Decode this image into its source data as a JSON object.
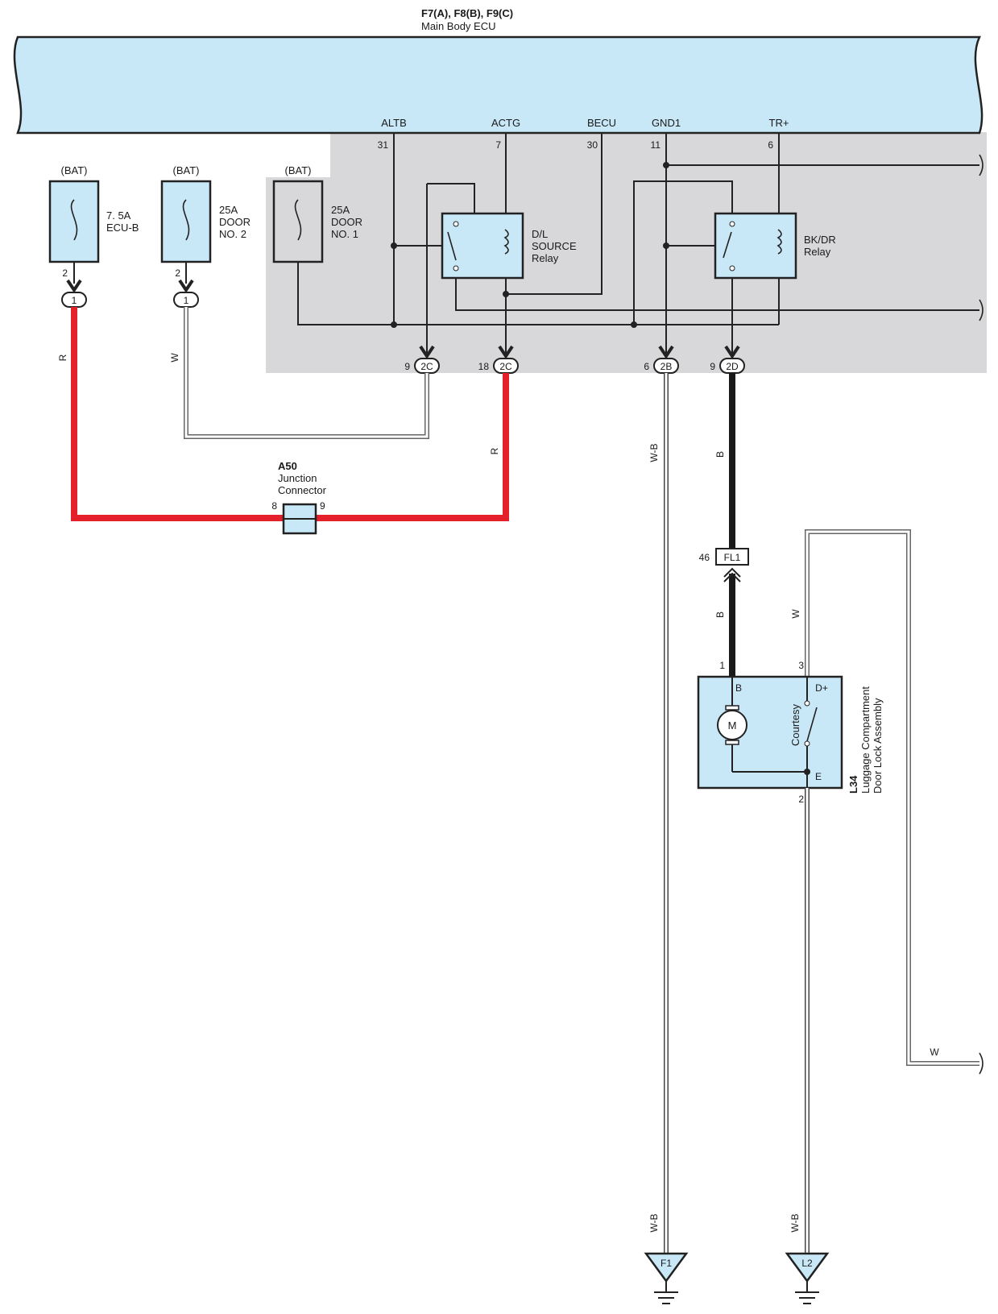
{
  "header": {
    "connectors": "F7(A), F8(B), F9(C)",
    "name": "Main Body ECU"
  },
  "ecu_terminals": [
    "ALTB",
    "ACTG",
    "BECU",
    "GND1",
    "TR+"
  ],
  "ecu_pins": [
    "31",
    "7",
    "30",
    "11",
    "6"
  ],
  "fuses": [
    {
      "source": "(BAT)",
      "rating": "7. 5A",
      "name": "ECU-B",
      "pin": "2",
      "connector": "1",
      "wire": "R"
    },
    {
      "source": "(BAT)",
      "rating": "25A",
      "name": "DOOR",
      "name2": "NO. 2",
      "pin": "2",
      "connector": "1",
      "wire": "W"
    },
    {
      "source": "(BAT)",
      "rating": "25A",
      "name": "DOOR",
      "name2": "NO. 1"
    }
  ],
  "relays": [
    {
      "line1": "D/L",
      "line2": "SOURCE",
      "line3": "Relay"
    },
    {
      "line1": "BK/DR",
      "line2": "Relay"
    }
  ],
  "junction_connectors": [
    {
      "pin": "9",
      "id": "2C"
    },
    {
      "pin": "18",
      "id": "2C"
    },
    {
      "pin": "6",
      "id": "2B"
    },
    {
      "pin": "9",
      "id": "2D"
    }
  ],
  "a50": {
    "id": "A50",
    "line1": "Junction",
    "line2": "Connector",
    "pin_left": "8",
    "pin_right": "9"
  },
  "wire_labels": {
    "r_2c": "R",
    "wb": "W-B",
    "b_upper": "B",
    "b_lower": "B",
    "w_right": "W",
    "w_bottom": "W",
    "wb_f1": "W-B",
    "wb_l2": "W-B"
  },
  "fl1": {
    "pin": "46",
    "id": "FL1"
  },
  "l34": {
    "id": "L34",
    "line1": "Luggage Compartment",
    "line2": "Door Lock Assembly",
    "pin_b": "1",
    "pin_d": "3",
    "pin_e": "2",
    "term_b": "B",
    "term_d": "D+",
    "term_e": "E",
    "motor": "M",
    "switch": "Courtesy"
  },
  "grounds": [
    "F1",
    "L2"
  ],
  "colors": {
    "ecu_fill": "#c8e8f8",
    "relay_area": "#d8d8da",
    "wire_red": "#e4202a",
    "wire_black": "#1a1a1a",
    "wire_white": "#ffffff"
  }
}
